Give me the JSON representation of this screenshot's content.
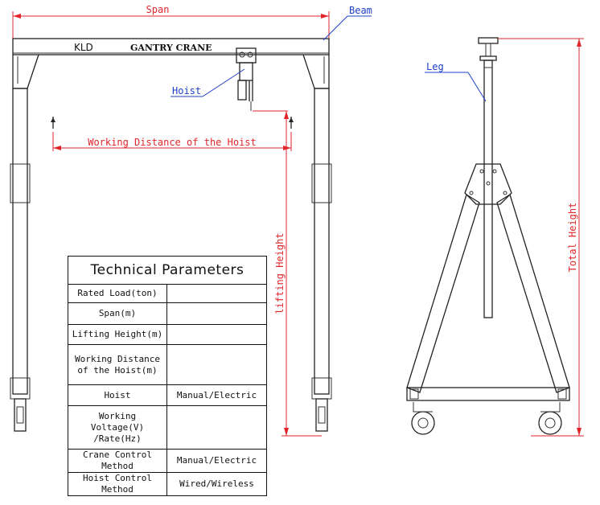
{
  "labels": {
    "span": "Span",
    "beam": "Beam",
    "brand": "KLD",
    "beam_text": "GANTRY CRANE",
    "hoist": "Hoist",
    "working_distance": "Working Distance of the Hoist",
    "lifting_height": "lifting Height",
    "leg": "Leg",
    "total_height": "Total Height"
  },
  "table": {
    "title": "Technical Parameters",
    "rows": [
      {
        "label": "Rated Load(ton)",
        "value": ""
      },
      {
        "label": "Span(m)",
        "value": ""
      },
      {
        "label": "Lifting Height(m)",
        "value": ""
      },
      {
        "label": "Working Distance of the Hoist(m)",
        "value": ""
      },
      {
        "label": "Hoist",
        "value": "Manual/Electric"
      },
      {
        "label": "Working Voltage(V) /Rate(Hz)",
        "value": ""
      },
      {
        "label": "Crane Control Method",
        "value": "Manual/Electric"
      },
      {
        "label": "Hoist Control Method",
        "value": "Wired/Wireless"
      }
    ]
  },
  "colors": {
    "dimension_red": "#e0262b",
    "callout_blue": "#1d3fc4",
    "line_black": "#333333"
  }
}
